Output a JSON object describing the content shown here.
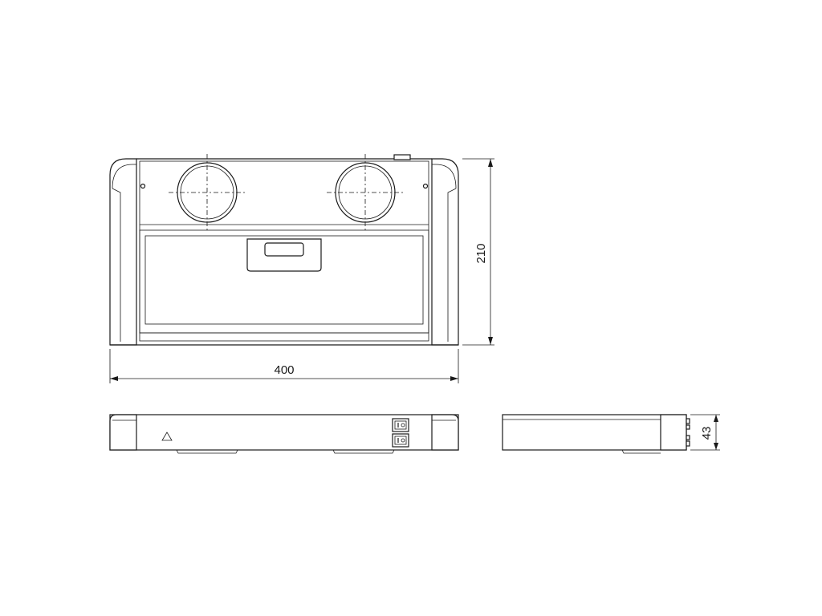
{
  "dimensions": {
    "width": "400",
    "height": "210",
    "depth": "43"
  },
  "icons": {
    "warning": "warning-triangle-icon",
    "switch": "rocker-switch-icon"
  }
}
